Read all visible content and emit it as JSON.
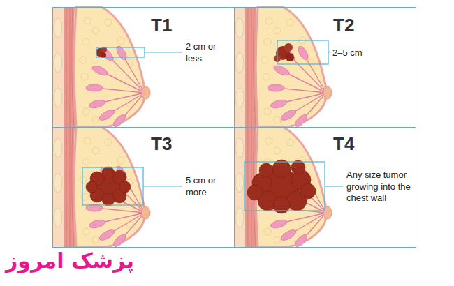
{
  "diagram": {
    "nodes": [
      {
        "text": [
          "T1",
          "2 cm or less"
        ]
      },
      {
        "text": [
          "T2",
          "2–5 cm"
        ]
      },
      {
        "text": [
          "T3",
          "5 cm or more"
        ]
      },
      {
        "text": [
          "T4",
          "Any size tumor growing into the chest wall"
        ]
      }
    ],
    "labels": [
      "پزشک امروز"
    ]
  }
}
